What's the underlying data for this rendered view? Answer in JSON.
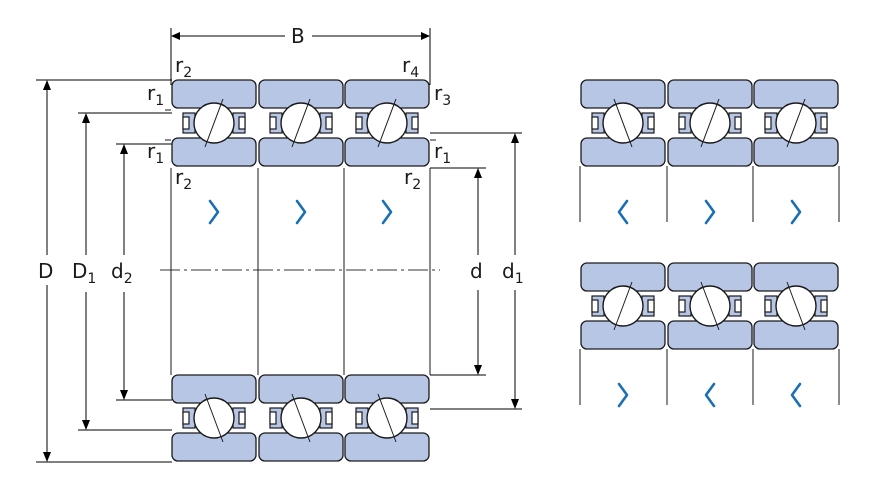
{
  "labels": {
    "B": "B",
    "D": "D",
    "D1": "D",
    "D1_sub": "1",
    "d2": "d",
    "d2_sub": "2",
    "d": "d",
    "d1": "d",
    "d1_sub": "1",
    "r": "r",
    "r1_sub": "1",
    "r2_sub": "2",
    "r3_sub": "3",
    "r4_sub": "4"
  },
  "arrangement": {
    "main": [
      "right",
      "right",
      "right"
    ],
    "alt_top": [
      "left",
      "right",
      "right"
    ],
    "alt_bottom": [
      "right",
      "left",
      "left"
    ]
  },
  "colors": {
    "ring_fill": "#b8c6e6",
    "chevron": "#1a6fb5",
    "outline": "#1a1a1a"
  }
}
